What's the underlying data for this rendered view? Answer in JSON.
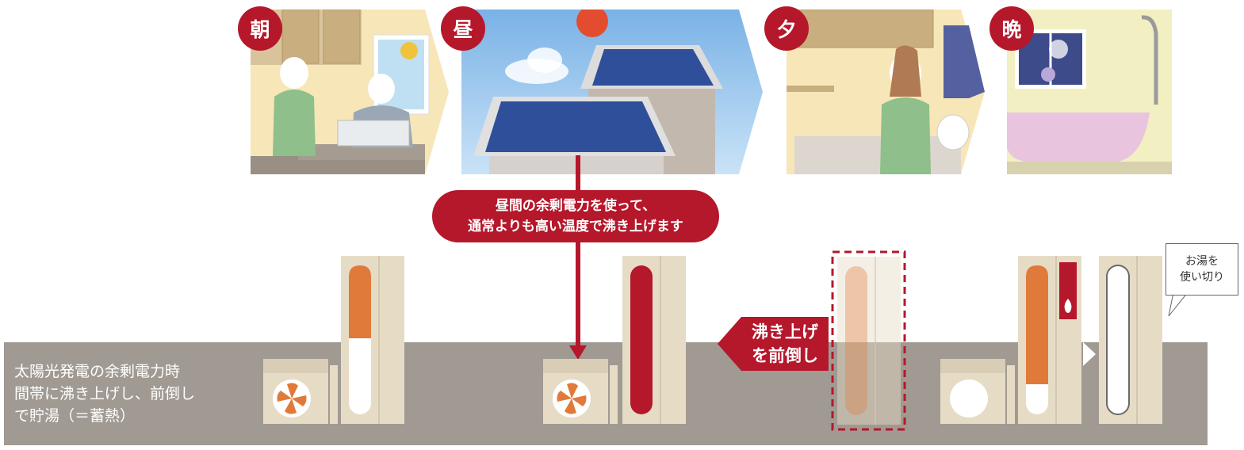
{
  "time_badges": {
    "morning": "朝",
    "noon": "昼",
    "evening": "夕",
    "night": "晩"
  },
  "callout": {
    "line1": "昼間の余剰電力を使って、",
    "line2": "通常よりも高い温度で沸き上げます"
  },
  "advance_label": {
    "line1": "沸き上げ",
    "line2": "を前倒し"
  },
  "bubble": {
    "line1": "お湯を",
    "line2": "使い切り"
  },
  "band_text": {
    "line1": "太陽光発電の余剰電力時",
    "line2": "間帯に沸き上げし、前倒し",
    "line3": "で貯湯（＝蓄熱）"
  },
  "colors": {
    "accent_red": "#b5172b",
    "hot_orange": "#e07a3a",
    "band_gray": "#a09a92",
    "unit_beige": "#e6dcc6"
  },
  "tank_levels": {
    "morning": 0.5,
    "noon": 1.0,
    "evening": 1.0,
    "night_before": 0.8,
    "night_after": 0.0
  },
  "icons": [
    "fan-icon",
    "flame-icon",
    "sun-icon",
    "cloud-icon",
    "solar-panel-icon"
  ]
}
